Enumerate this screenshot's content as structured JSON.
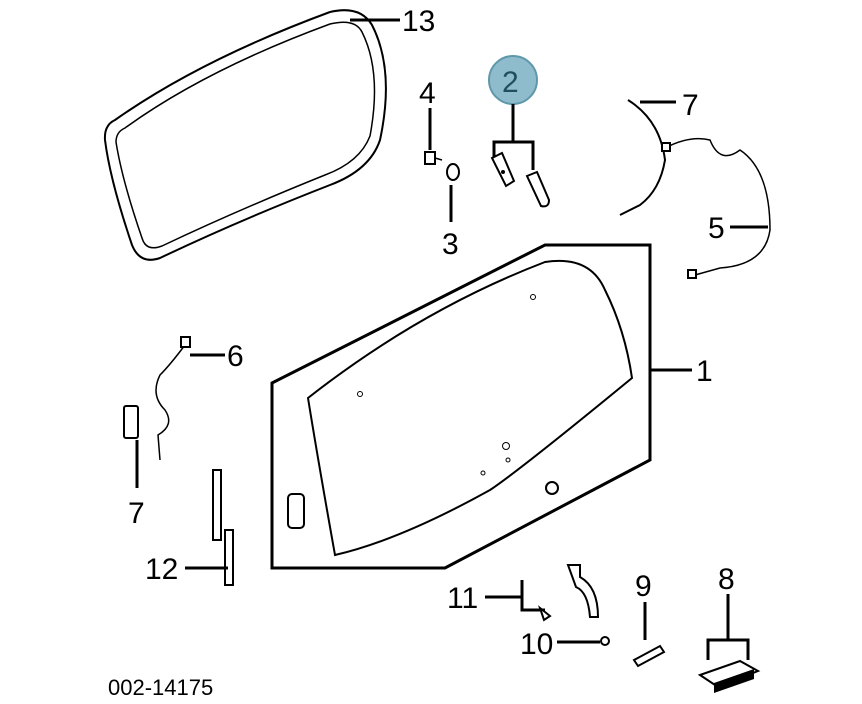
{
  "diagram": {
    "callouts": {
      "c13": "13",
      "c4": "4",
      "c2": "2",
      "c7a": "7",
      "c3": "3",
      "c5": "5",
      "c6": "6",
      "c1": "1",
      "c7b": "7",
      "c12": "12",
      "c11": "11",
      "c9": "9",
      "c8": "8",
      "c10": "10"
    },
    "highlight_color": "#8fbccc",
    "highlight_stroke": "#5f98aa",
    "figure_code": "002-14175"
  }
}
